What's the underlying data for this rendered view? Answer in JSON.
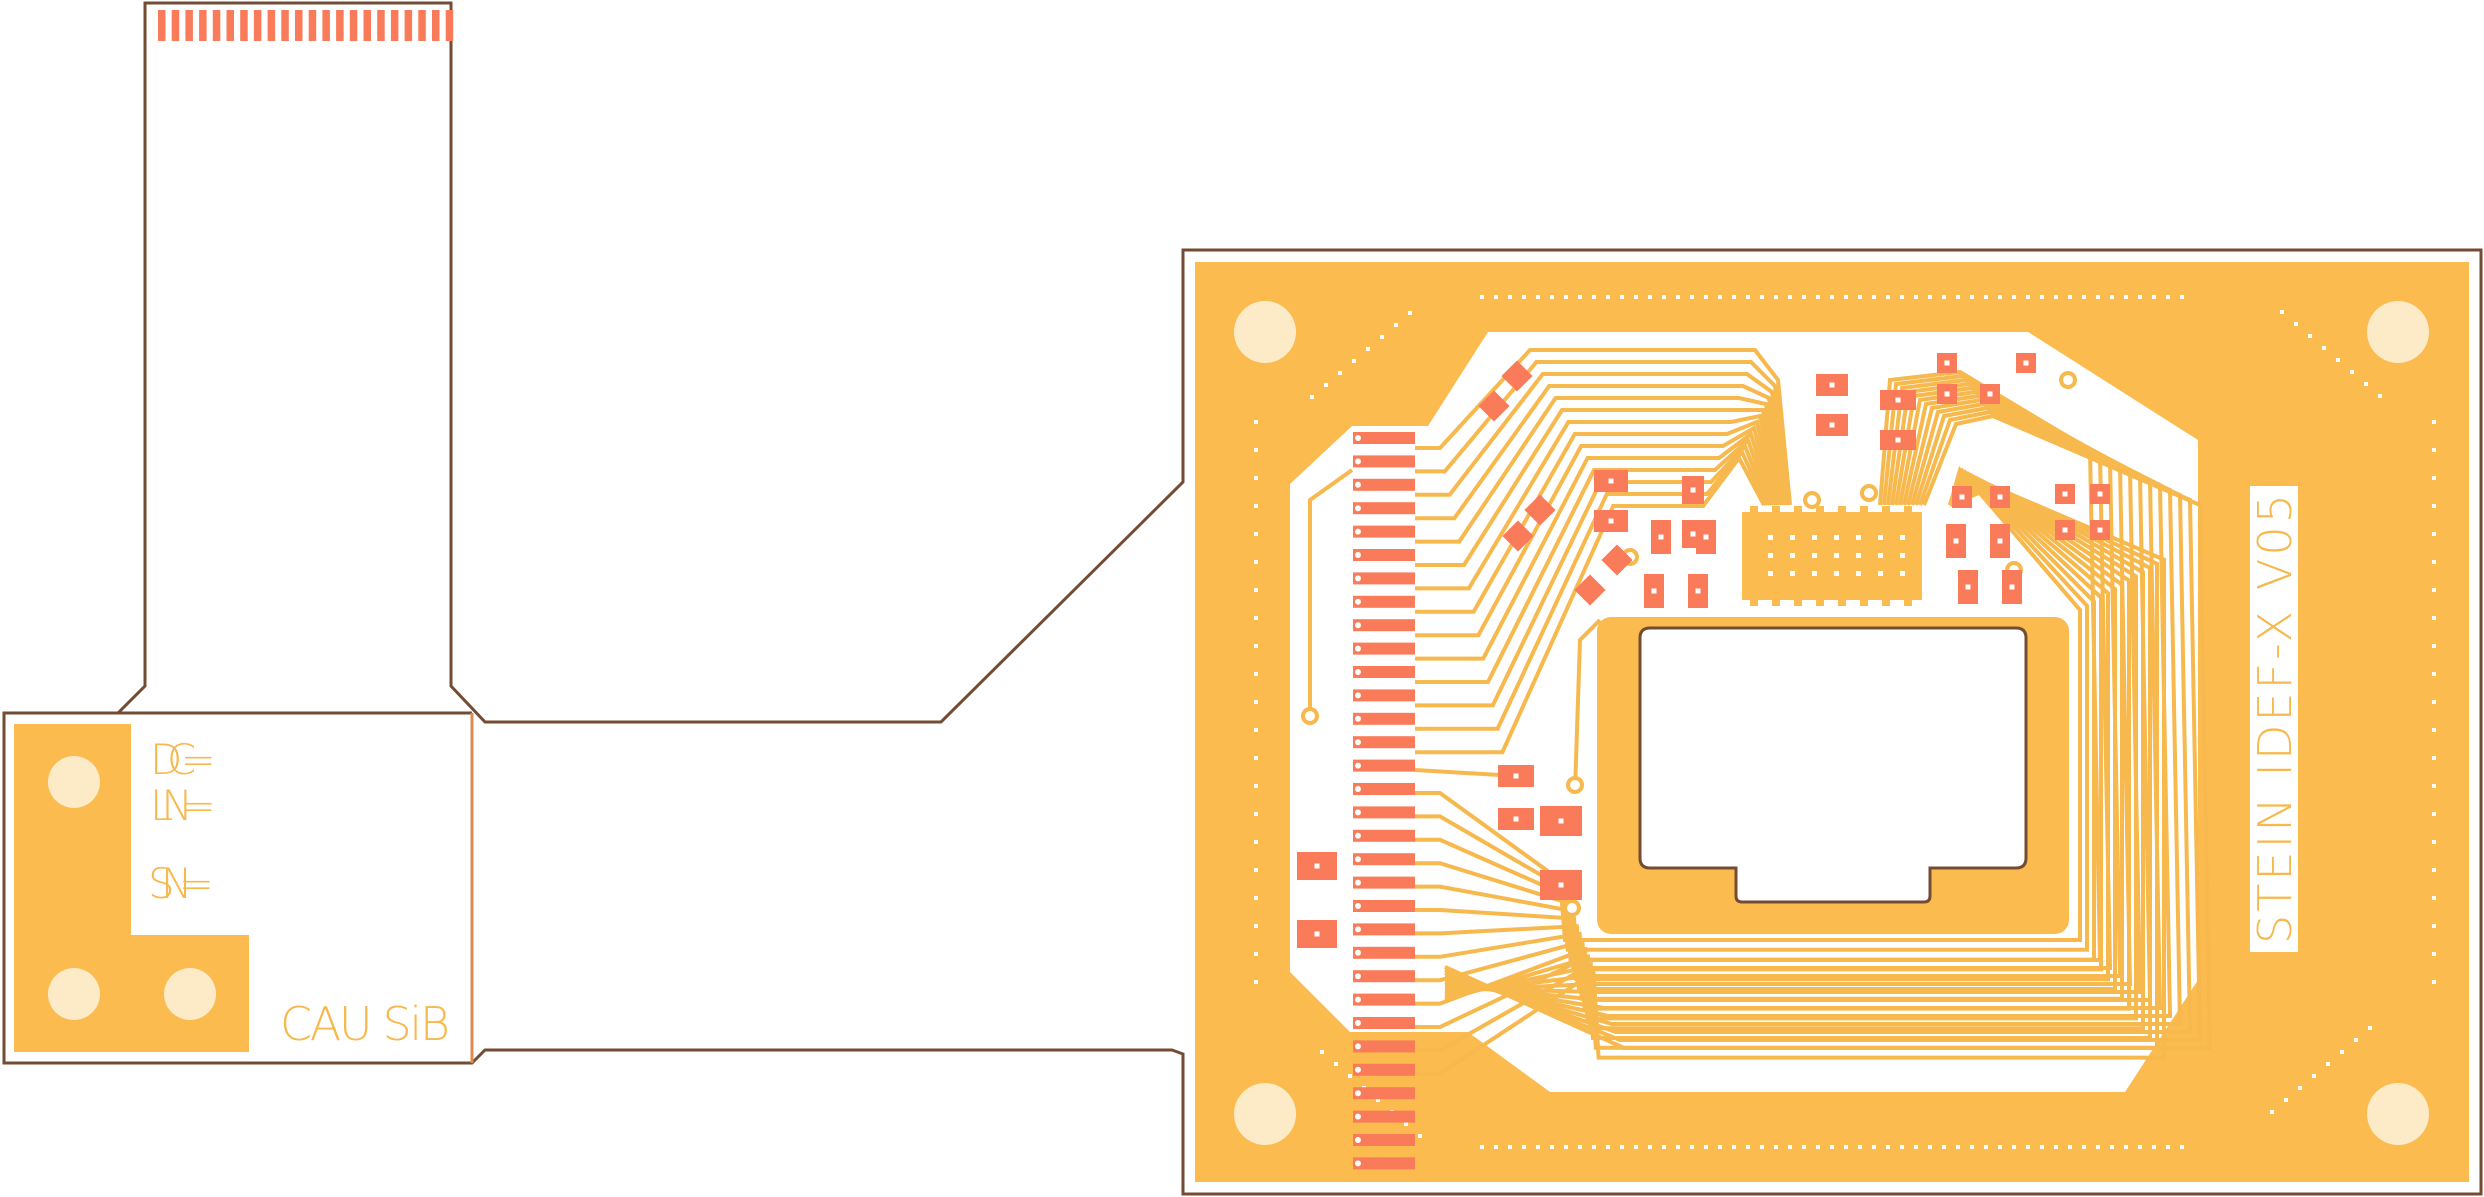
{
  "colors": {
    "copper": "#fbbb4f",
    "pad": "#fa7b59",
    "outline": "#734c33",
    "hole": "#fdebc8",
    "background": "#ffffff"
  },
  "labels": {
    "dc": "DC=",
    "ln": "LN=",
    "sn": "SN=",
    "org": "CAU SiB",
    "board": "STEIN IDEF-X V05"
  },
  "pcb": {
    "fpc_finger_count": 22,
    "left_connector_pads": 32,
    "mounting_holes_main": 4,
    "mounting_holes_tab": 3
  }
}
